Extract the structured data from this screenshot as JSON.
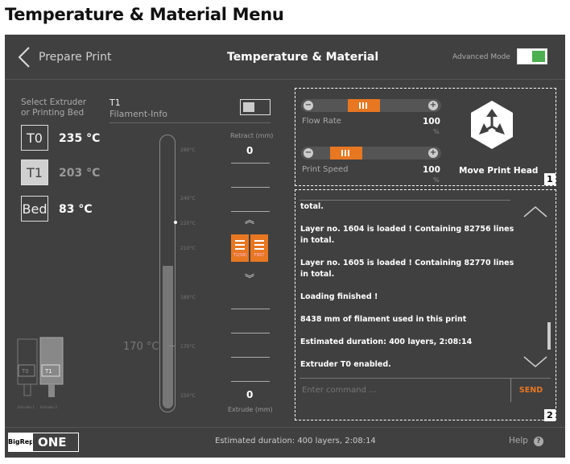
{
  "doc_title": "Temperature & Material Menu",
  "header": {
    "back_label": "Prepare Print",
    "title": "Temperature & Material",
    "advanced_label": "Advanced Mode"
  },
  "extruders": {
    "select_label": "Select Extruder or Printing Bed",
    "items": [
      {
        "name": "T0",
        "temp": "235 °C"
      },
      {
        "name": "T1",
        "temp": "203 °C"
      },
      {
        "name": "Bed",
        "temp": "83 °C"
      }
    ]
  },
  "tool": {
    "name": "T1",
    "filament_info": "Filament-Info",
    "current_temp": "170 °C",
    "ticks": [
      "280°C",
      "240°C",
      "220°C",
      "210°C",
      "180°C",
      "170°C",
      "150°C"
    ],
    "retract_label": "Retract (mm)",
    "retract_value": "0",
    "extrude_value": "0",
    "extrude_label": "Extrude (mm)",
    "btn_left_label": "T1(S8)",
    "btn_right_label": "FNST"
  },
  "heads": {
    "left_label": "T0",
    "right_label": "T1",
    "left_caption": "Extruder 1",
    "right_caption": "Extruder 2"
  },
  "flow": {
    "label": "Flow Rate",
    "value": "100",
    "unit": "%"
  },
  "speed": {
    "label": "Print Speed",
    "value": "100",
    "unit": "%"
  },
  "move_head_label": "Move Print Head",
  "badges": {
    "one": "1",
    "two": "2"
  },
  "console": {
    "lines": [
      "total.",
      "Layer no. 1604 is loaded ! Containing 82756 lines in total.",
      "Layer no. 1605 is loaded ! Containing 82770 lines in total.",
      "Loading finished !",
      "8438 mm of filament used in this print",
      "Estimated duration: 400 layers, 2:08:14",
      "Extruder T0 enabled."
    ],
    "input_placeholder": "Enter command ...",
    "send_label": "SEND"
  },
  "footer": {
    "brand": "BigRep",
    "product": "ONE",
    "status": "Estimated duration: 400 layers, 2:08:14",
    "help_label": "Help"
  },
  "colors": {
    "accent": "#e87722",
    "toggle_on": "#4caf50",
    "background": "#404040"
  }
}
